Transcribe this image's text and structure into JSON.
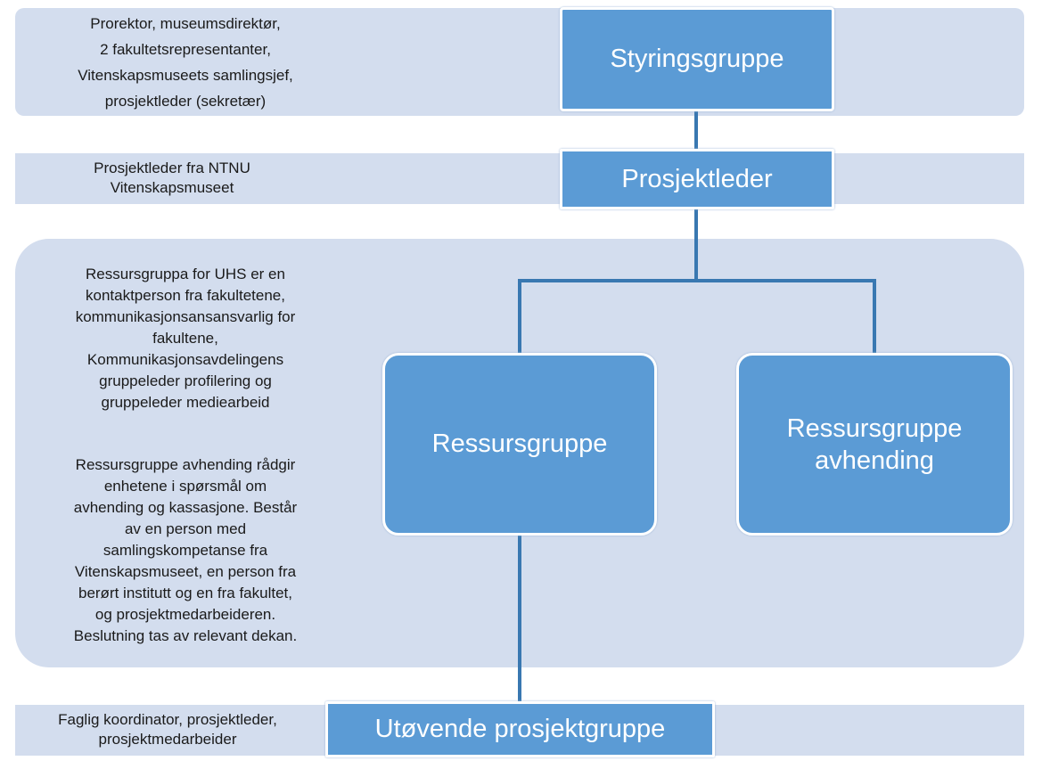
{
  "bands": {
    "steering_text": "Prorektor, museumsdirektør,\n2 fakultetsrepresentanter,\nVitenskapsmuseets samlingsjef,\nprosjektleder (sekretær)",
    "manager_text": "Prosjektleder fra NTNU\nVitenskapsmuseet",
    "resource_text_1": "Ressursgruppa for UHS er en\nkontaktperson fra fakultetene,\nkommunikasjonsansansvarlig for\nfakultene,\nKommunikasjonsavdelingens\ngruppeleder profilering og\ngruppeleder mediearbeid",
    "resource_text_2": "Ressursgruppe avhending rådgir\nenhetene i spørsmål om\navhending og kassasjone. Består\nav en person med\nsamlingskompetanse fra\nVitenskapsmuseet, en person fra\nberørt institutt og en fra fakultet,\nog prosjektmedarbeideren.\nBeslutning tas av relevant dekan.",
    "executive_text": "Faglig koordinator, prosjektleder,\nprosjektmedarbeider"
  },
  "nodes": {
    "steering": "Styringsgruppe",
    "manager": "Prosjektleder",
    "resource": "Ressursgruppe",
    "disposal": "Ressursgruppe\navhending",
    "executive": "Utøvende prosjektgruppe"
  },
  "colors": {
    "node": "#5b9bd5",
    "band": "#d3ddee",
    "connector": "#3978b1"
  }
}
